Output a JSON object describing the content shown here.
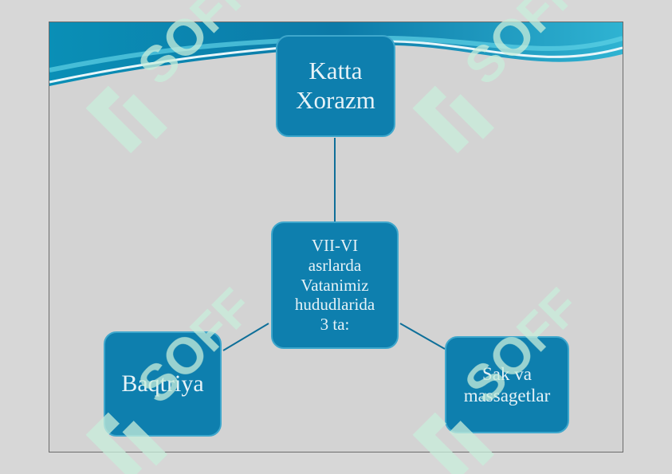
{
  "diagram": {
    "top_node": "Katta\nXorazm",
    "center_node": "VII-VI\nasrlarda\nVatanimiz\nhududlarida\n3 ta:",
    "left_node": "Baqtriya",
    "right_node": "Sak va\nmassagetlar"
  },
  "watermark": {
    "text": "SOFF",
    "color": "#c8eedb"
  },
  "colors": {
    "node_fill": "#0e7fae",
    "node_border": "#3ea7cc",
    "connector": "#0e6f99",
    "wave_dark": "#0a7aa6",
    "wave_light": "#3dc0d9"
  }
}
